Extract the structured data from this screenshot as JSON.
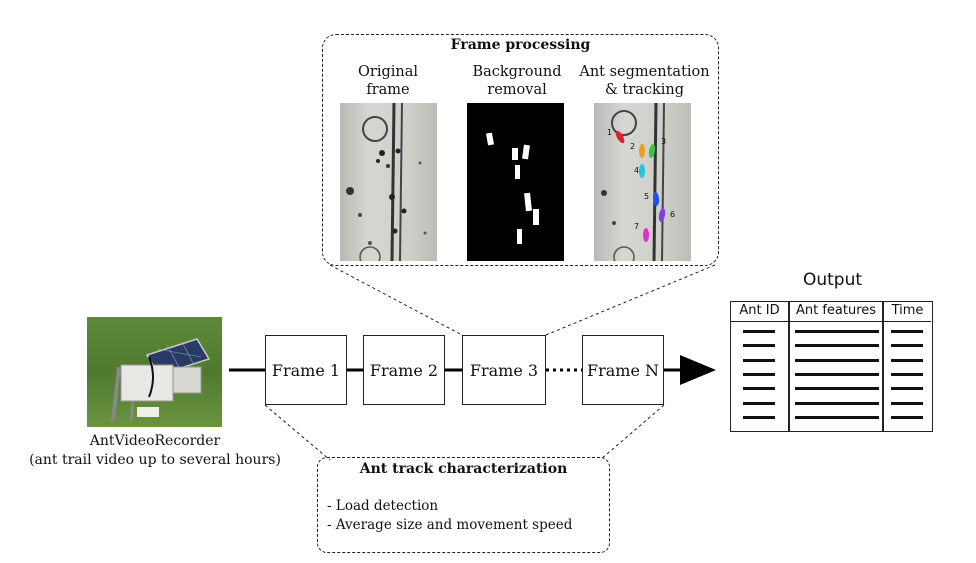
{
  "frame_processing": {
    "title": "Frame processing",
    "panels": [
      {
        "label_line1": "Original",
        "label_line2": "frame"
      },
      {
        "label_line1": "Background",
        "label_line2": "removal"
      },
      {
        "label_line1": "Ant segmentation",
        "label_line2": "& tracking"
      }
    ],
    "track_ids": [
      "1",
      "2",
      "3",
      "4",
      "5",
      "6",
      "7"
    ]
  },
  "frames": [
    "Frame 1",
    "Frame 2",
    "Frame 3",
    "Frame N"
  ],
  "recorder": {
    "name": "AntVideoRecorder",
    "description": "(ant trail video up to several hours)"
  },
  "characterization": {
    "title": "Ant track characterization",
    "items": [
      "- Load detection",
      "- Average size and movement speed"
    ]
  },
  "output": {
    "title": "Output",
    "columns": [
      "Ant ID",
      "Ant features",
      "Time"
    ],
    "row_count": 7
  },
  "colors": {
    "tracks": [
      "#e0202a",
      "#e8a020",
      "#40c040",
      "#20c8d8",
      "#2050e8",
      "#8040e0",
      "#e030d0"
    ]
  }
}
